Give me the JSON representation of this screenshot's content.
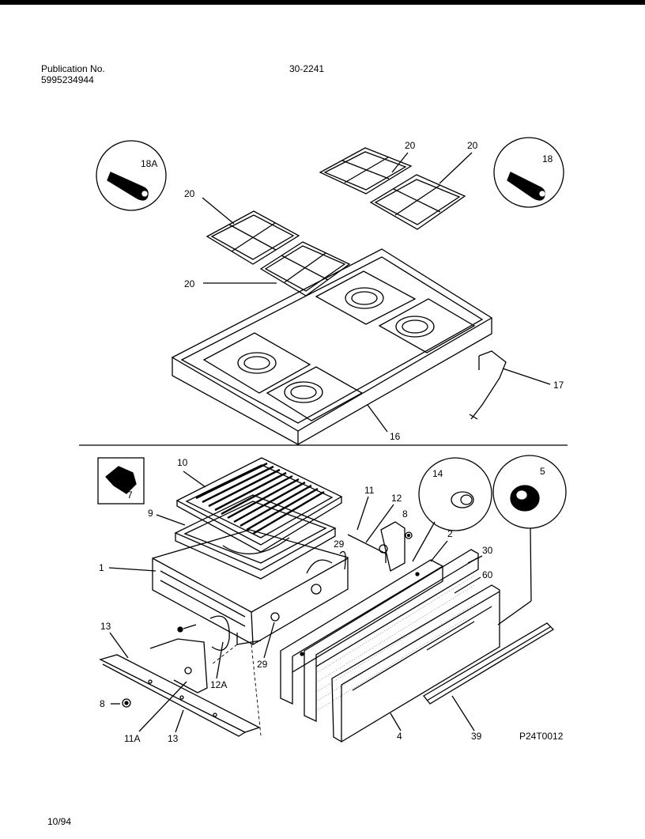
{
  "header": {
    "publication_label": "Publication No.",
    "publication_number": "5995234944",
    "model_code": "30-2241"
  },
  "diagram": {
    "code": "P24T0012",
    "callouts": {
      "c18A": "18A",
      "c18": "18",
      "c20a": "20",
      "c20b": "20",
      "c20c": "20",
      "c20d": "20",
      "c17": "17",
      "c16": "16",
      "c10": "10",
      "c7": "7",
      "c9": "9",
      "c1": "1",
      "c11": "11",
      "c12": "12",
      "c8a": "8",
      "c14": "14",
      "c5": "5",
      "c2": "2",
      "c30": "30",
      "c60": "60",
      "c29a": "29",
      "c29b": "29",
      "c13a": "13",
      "c12A": "12A",
      "c8b": "8",
      "c11A": "11A",
      "c13b": "13",
      "c4": "4",
      "c39": "39"
    }
  },
  "footer": {
    "date": "10/94"
  }
}
